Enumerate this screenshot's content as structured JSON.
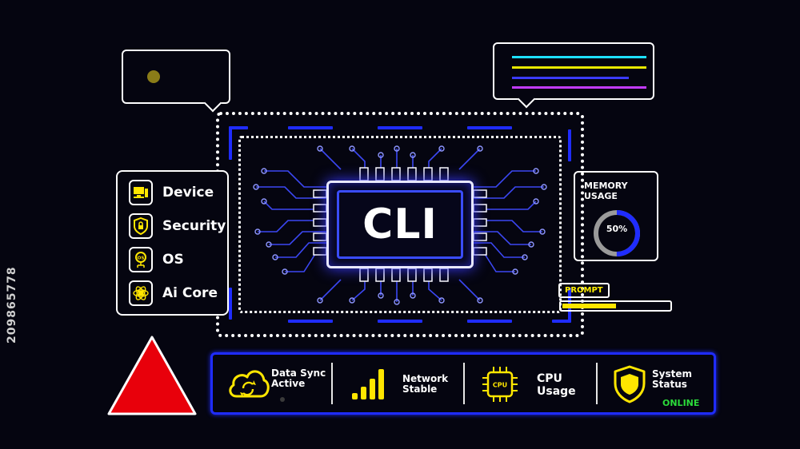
{
  "chip": {
    "label": "CLI"
  },
  "menu": {
    "items": [
      {
        "label": "Device",
        "icon": "device-icon"
      },
      {
        "label": "Security",
        "icon": "security-shield-icon"
      },
      {
        "label": "OS",
        "icon": "os-icon"
      },
      {
        "label": "Ai Core",
        "icon": "ai-core-icon"
      }
    ]
  },
  "memory": {
    "title": "MEMORY USAGE",
    "value_label": "50%",
    "value": 0.5
  },
  "prompt": {
    "label": "PROMPT",
    "progress": 0.5
  },
  "status": {
    "items": [
      {
        "label": "Data Sync Active",
        "icon": "cloud-sync-icon"
      },
      {
        "label": "Network Stable",
        "icon": "signal-bars-icon"
      },
      {
        "label": "CPU Usage",
        "icon": "cpu-icon",
        "icon_text": "CPU"
      },
      {
        "label": "System Status",
        "icon": "system-shield-icon",
        "state": "ONLINE"
      }
    ]
  },
  "side_id": "209865778",
  "colors": {
    "accent_blue": "#1f2cff",
    "icon_yellow": "#ffe600",
    "online_green": "#2bdc3a",
    "warning_red": "#e8000b",
    "memory_ring": "#1f2cff",
    "lines": [
      "#1ee0ff",
      "#e8e800",
      "#3b3bff",
      "#c23bff"
    ]
  }
}
